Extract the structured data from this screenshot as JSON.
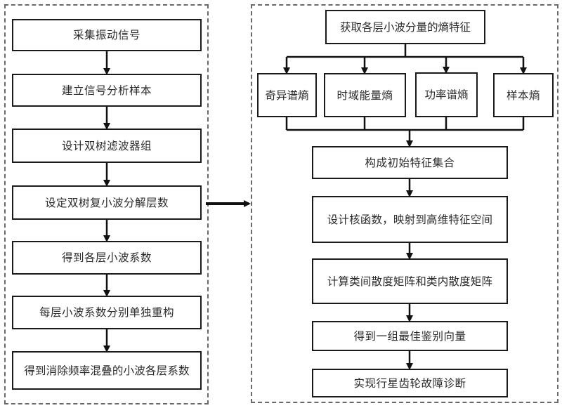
{
  "left_panel": {
    "steps": [
      "采集振动信号",
      "建立信号分析样本",
      "设计双树滤波器组",
      "设定双树复小波分解层数",
      "得到各层小波系数",
      "每层小波系数分别单独重构",
      "得到消除频率混叠的小波各层系数"
    ]
  },
  "right_panel": {
    "top": "获取各层小波分量的熵特征",
    "entropies": [
      "奇异谱熵",
      "时域能量熵",
      "功率谱熵",
      "样本熵"
    ],
    "steps": [
      "构成初始特征集合",
      "设计核函数，映射到高维特征空间",
      "计算类间散度矩阵和类内散度矩阵",
      "得到一组最佳鉴别向量",
      "实现行星齿轮故障诊断"
    ]
  }
}
